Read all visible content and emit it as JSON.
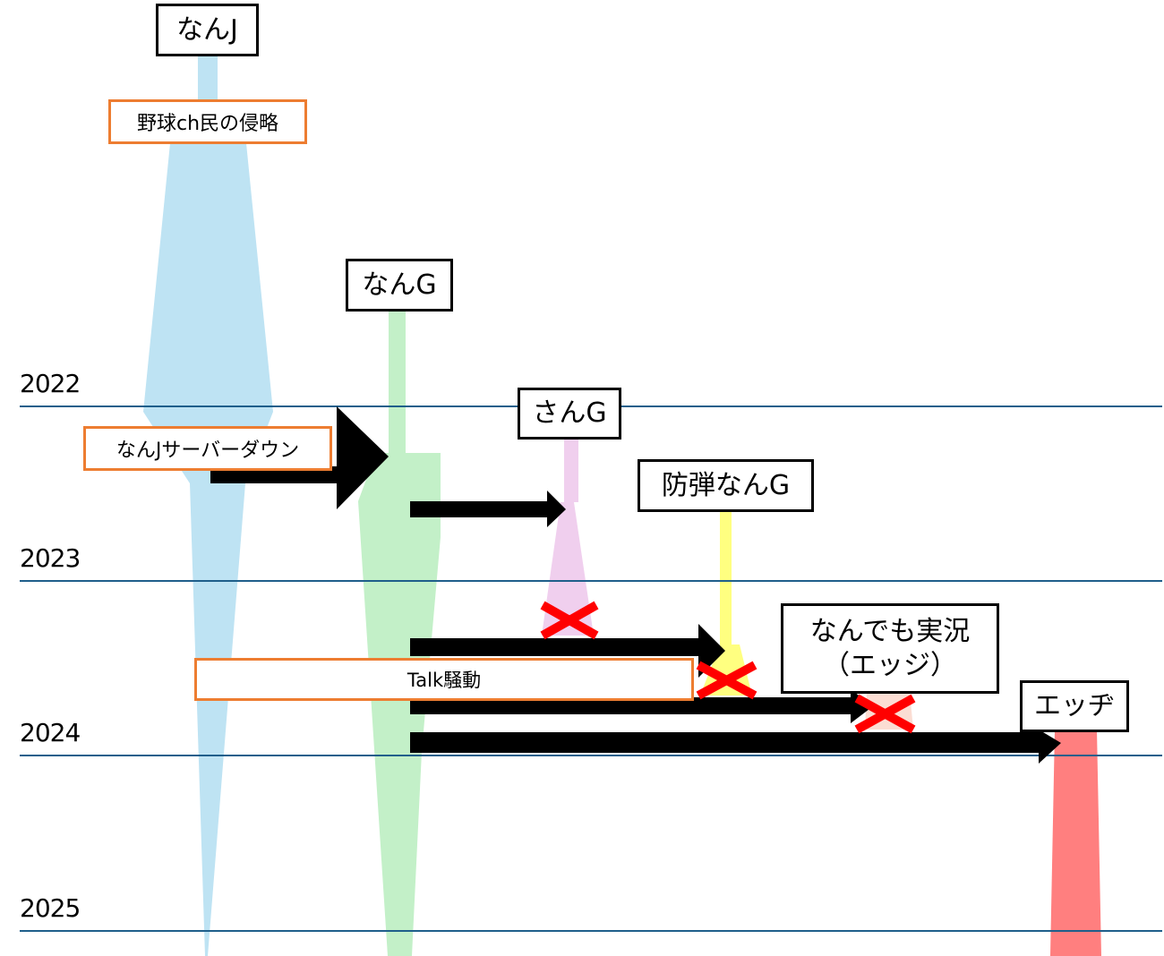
{
  "diagram": {
    "type": "timeline-genealogy",
    "colors": {
      "year_line": "#1F5F8B",
      "event_border": "#ED7D31",
      "node_border": "#000000",
      "arrow": "#000000",
      "end_mark": "#FF0000"
    },
    "years": [
      "2022",
      "2023",
      "2024",
      "2025"
    ],
    "nodes": [
      {
        "id": "nanj",
        "label": "なんJ",
        "color": "#BEE3F3"
      },
      {
        "id": "nang",
        "label": "なんG",
        "color": "#C3F0C8"
      },
      {
        "id": "sang",
        "label": "さんG",
        "color": "#F0CFEE"
      },
      {
        "id": "bodan",
        "label": "防弾なんG",
        "color": "#FFFF80"
      },
      {
        "id": "nandemo",
        "label_line1": "なんでも実況",
        "label_line2": "（エッジ）",
        "color": "#FBDDD3"
      },
      {
        "id": "edge",
        "label": "エッヂ",
        "color": "#FF7F7F"
      }
    ],
    "events": [
      {
        "id": "yakyu",
        "label": "野球ch民の侵略"
      },
      {
        "id": "server_down",
        "label": "なんJサーバーダウン"
      },
      {
        "id": "talk",
        "label": "Talk騒動"
      }
    ],
    "migrations": [
      {
        "from": "なんJ",
        "to": "なんG"
      },
      {
        "from": "なんG",
        "to": "さんG"
      },
      {
        "from": "なんG",
        "to": "防弾なんG"
      },
      {
        "from": "なんG",
        "to": "なんでも実況（エッジ）"
      },
      {
        "from": "なんG",
        "to": "エッヂ"
      }
    ],
    "ended": [
      "さんG",
      "防弾なんG",
      "なんでも実況（エッジ）"
    ]
  }
}
